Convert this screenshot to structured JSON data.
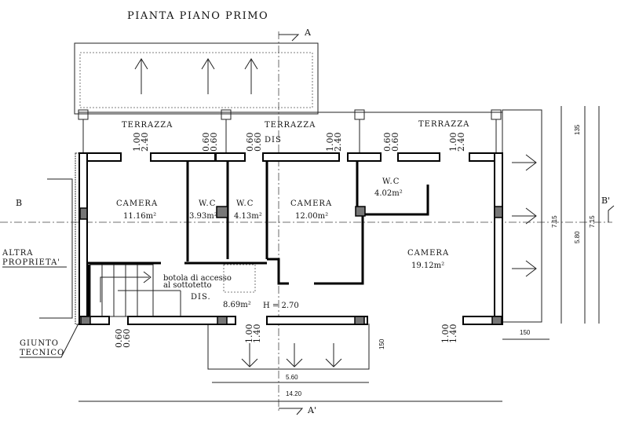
{
  "title": "PIANTA PIANO PRIMO",
  "section_markers": {
    "a_top": "A",
    "a_bottom": "A'",
    "b_left": "B",
    "b_right": "B'"
  },
  "terraces": [
    "TERRAZZA",
    "TERRAZZA",
    "TERRAZZA"
  ],
  "rooms": [
    {
      "name": "CAMERA",
      "area": "11.16m²"
    },
    {
      "name": "W.C",
      "area": "3.93m²"
    },
    {
      "name": "W.C",
      "area": "4.13m²"
    },
    {
      "name": "CAMERA",
      "area": "12.00m²"
    },
    {
      "name": "W.C",
      "area": "4.02m²"
    },
    {
      "name": "CAMERA",
      "area": "19.12m²"
    },
    {
      "name": "DIS.",
      "area": "8.69m²"
    }
  ],
  "dis_top": "DIS",
  "height_label": "H = 2.70",
  "hatch_note": [
    "botola di accesso",
    "al sottotetto"
  ],
  "neighbor_label": [
    "ALTRA",
    "PROPRIETA'"
  ],
  "joint_label": [
    "GIUNTO",
    "TECNICO"
  ],
  "openings": {
    "window_100": "1.00",
    "window_240": "2.40",
    "window_060": "0.60",
    "window_140": "1.40"
  },
  "dimensions": {
    "d135": "135",
    "d715a": "7.15",
    "d715b": "7.15",
    "d580": "5.80",
    "d150a": "150",
    "d150b": "150",
    "d560": "5.60",
    "d1420": "14.20"
  }
}
